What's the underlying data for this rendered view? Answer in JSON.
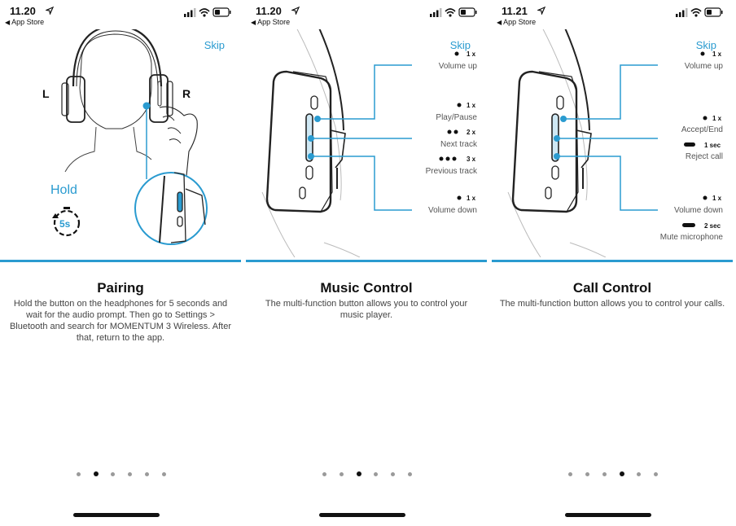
{
  "colors": {
    "accent": "#2a9bd0",
    "text": "#111111",
    "muted": "#555555"
  },
  "panels": [
    {
      "time": "11.20",
      "back": "App Store",
      "skip": "Skip",
      "title": "Pairing",
      "desc": "Hold the button on the headphones for 5 seconds and wait for the audio prompt. Then go to Settings > Bluetooth and search for MOMENTUM 3 Wireless. After that, return to the app.",
      "left_label": "L",
      "right_label": "R",
      "hold": "Hold",
      "timer": "5s",
      "page_index": 1
    },
    {
      "time": "11.20",
      "back": "App Store",
      "skip": "Skip",
      "title": "Music Control",
      "desc": "The multi-function button allows you to control your music player.",
      "controls": [
        {
          "count": "1 x",
          "label": "Volume up"
        },
        {
          "count": "1 x",
          "label": "Play/Pause"
        },
        {
          "count": "2 x",
          "label": "Next track"
        },
        {
          "count": "3 x",
          "label": "Previous track"
        },
        {
          "count": "1 x",
          "label": "Volume down"
        }
      ],
      "page_index": 2
    },
    {
      "time": "11.21",
      "back": "App Store",
      "skip": "Skip",
      "title": "Call Control",
      "desc": "The multi-function button allows you to control your calls.",
      "controls": [
        {
          "count": "1 x",
          "label": "Volume up"
        },
        {
          "count": "1 x",
          "label": "Accept/End"
        },
        {
          "count": "1 sec",
          "label": "Reject call"
        },
        {
          "count": "1 x",
          "label": "Volume down"
        },
        {
          "count": "2 sec",
          "label": "Mute microphone"
        }
      ],
      "page_index": 3
    }
  ],
  "page_count": 6,
  "icons": [
    "location-arrow-icon",
    "signal-icon",
    "wifi-icon",
    "battery-icon",
    "stopwatch-icon",
    "headphones-illustration",
    "earcup-illustration"
  ]
}
